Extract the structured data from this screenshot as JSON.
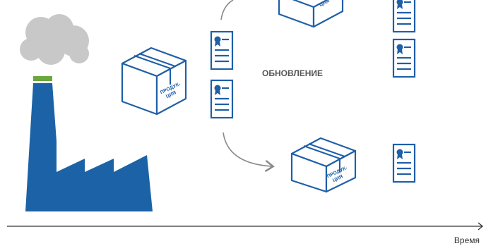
{
  "title_fragment": "",
  "box_label_line1": "ПРОДУК-",
  "box_label_line2": "ЦИЯ",
  "update_label": "ОБНОВЛЕНИЕ",
  "time_label": "Время",
  "colors": {
    "factory": "#1c62a6",
    "smoke": "#c8c8c8",
    "chimney_band": "#6aa83e",
    "outline": "#1f5fa8",
    "arrow": "#8a8a8a",
    "axis": "#333333"
  }
}
